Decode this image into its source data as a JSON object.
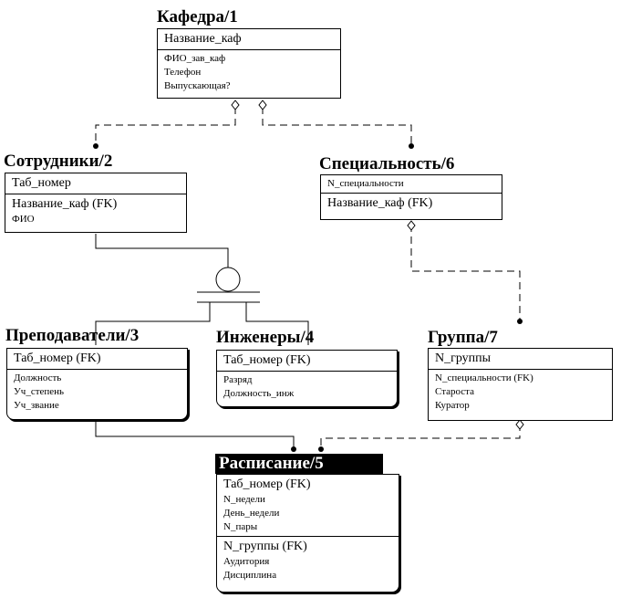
{
  "entities": {
    "kafedra": {
      "title": "Кафедра/1",
      "key": [
        "Название_каф"
      ],
      "attrs": [
        "ФИО_зав_каф",
        "Телефон",
        "Выпускающая?"
      ]
    },
    "sotrudniki": {
      "title": "Сотрудники/2",
      "key": [
        "Таб_номер"
      ],
      "attrs": [
        "Название_каф (FK)",
        "ФИО"
      ]
    },
    "specialnost": {
      "title": "Специальность/6",
      "key": [
        "N_специальности"
      ],
      "attrs": [
        "Название_каф (FK)"
      ]
    },
    "prepodavateli": {
      "title": "Преподаватели/3",
      "key": [
        "Таб_номер (FK)"
      ],
      "attrs": [
        "Должность",
        "Уч_степень",
        "Уч_звание"
      ]
    },
    "inzhenery": {
      "title": "Инженеры/4",
      "key": [
        "Таб_номер (FK)"
      ],
      "attrs": [
        "Разряд",
        "Должность_инж"
      ]
    },
    "gruppa": {
      "title": "Группа/7",
      "key": [
        "N_группы"
      ],
      "attrs": [
        "N_специальности (FK)",
        "Староста",
        "Куратор"
      ]
    },
    "raspisanie": {
      "title": "Расписание/5",
      "key": [
        "Таб_номер (FK)",
        "N_недели",
        "День_недели",
        "N_пары"
      ],
      "attrs": [
        "N_группы (FK)",
        "Аудитория",
        "Дисциплина"
      ]
    }
  }
}
